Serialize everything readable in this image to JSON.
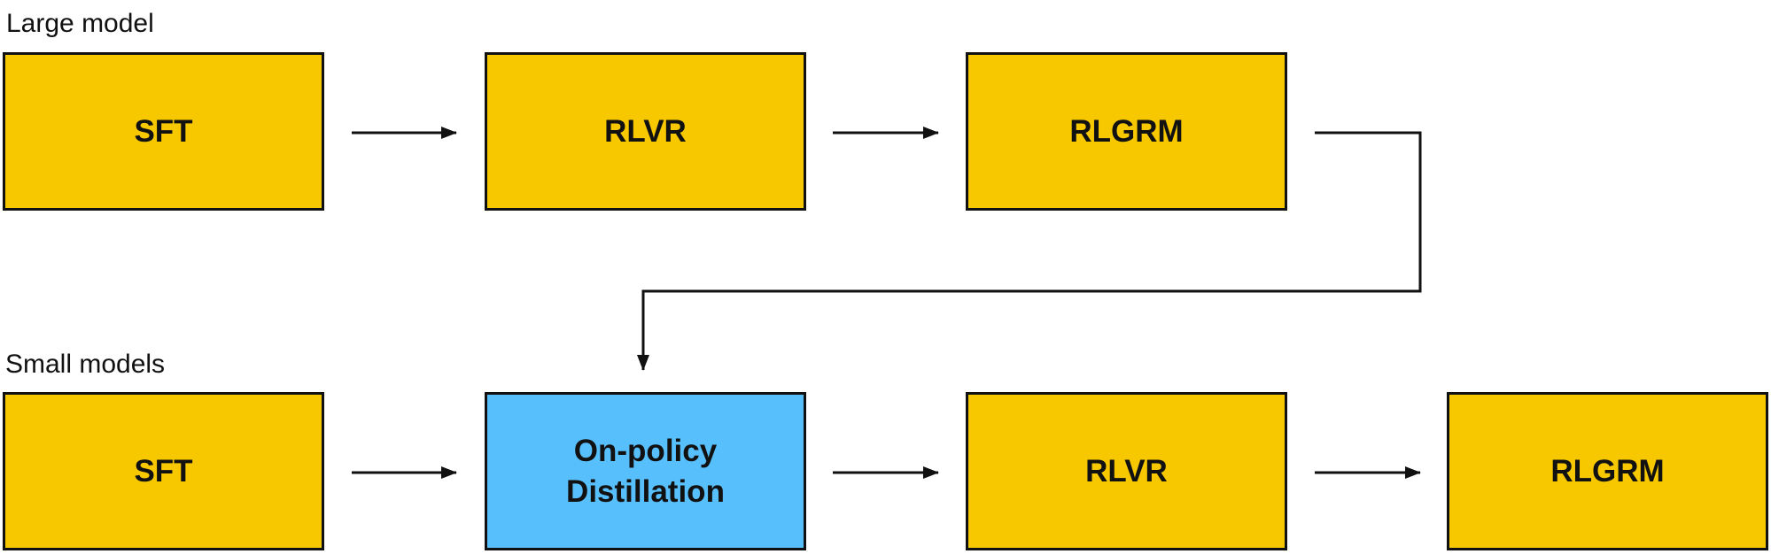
{
  "colors": {
    "stage_default": "#F7C800",
    "stage_highlight": "#57BFFC",
    "line": "#111111"
  },
  "rows": {
    "large": {
      "label": "Large model",
      "stages": [
        {
          "label": "SFT",
          "color": "stage_default"
        },
        {
          "label": "RLVR",
          "color": "stage_default"
        },
        {
          "label": "RLGRM",
          "color": "stage_default"
        }
      ]
    },
    "small": {
      "label": "Small models",
      "stages": [
        {
          "label": "SFT",
          "color": "stage_default"
        },
        {
          "label": "On-policy\nDistillation",
          "color": "stage_highlight"
        },
        {
          "label": "RLVR",
          "color": "stage_default"
        },
        {
          "label": "RLGRM",
          "color": "stage_default"
        }
      ]
    }
  },
  "edges": [
    {
      "from": "large.0",
      "to": "large.1"
    },
    {
      "from": "large.1",
      "to": "large.2"
    },
    {
      "from": "large.2",
      "to": "small.1"
    },
    {
      "from": "small.0",
      "to": "small.1"
    },
    {
      "from": "small.1",
      "to": "small.2"
    },
    {
      "from": "small.2",
      "to": "small.3"
    }
  ]
}
